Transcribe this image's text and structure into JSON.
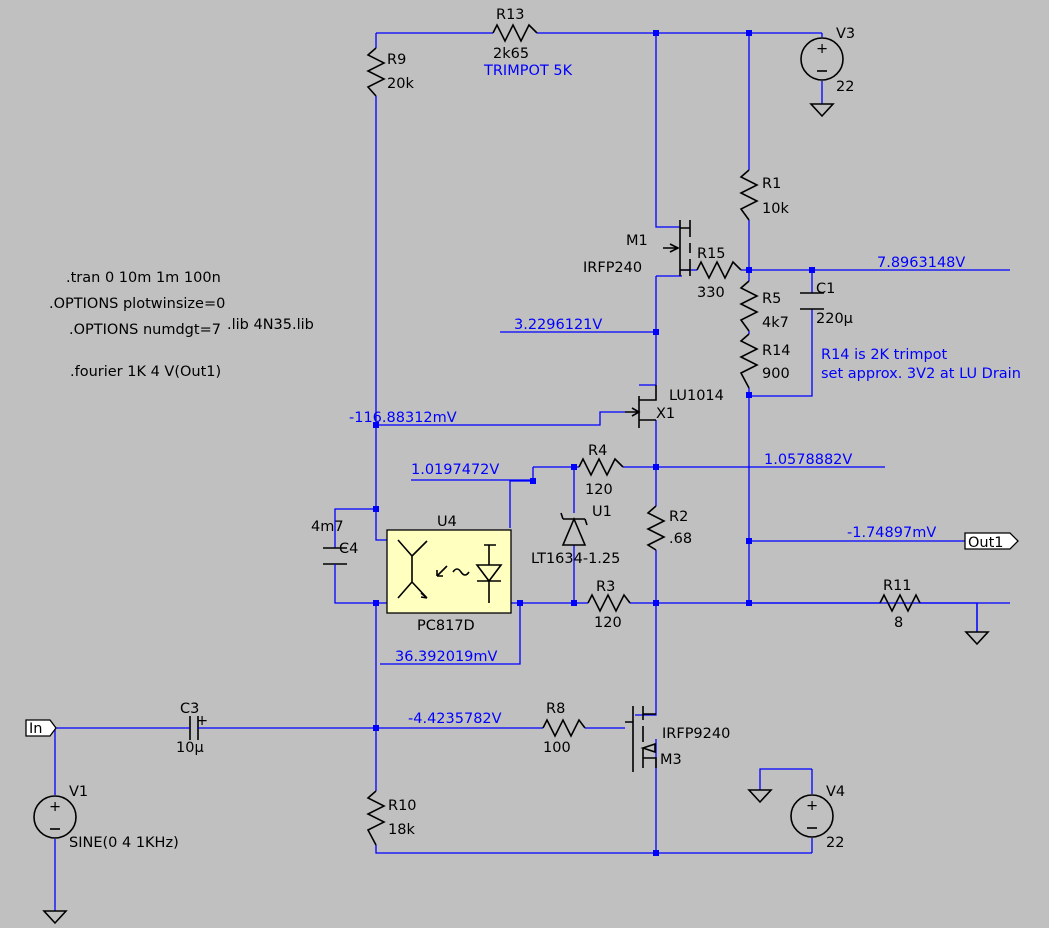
{
  "colors": {
    "background": "#c0c0c0",
    "wire": "#0000ff",
    "component": "#000000",
    "optocoupler_fill": "#ffffc0"
  },
  "directives": [
    ".tran 0 10m 1m 100n",
    ".OPTIONS plotwinsize=0",
    ".OPTIONS numdgt=7",
    ".lib 4N35.lib",
    ".fourier 1K 4 V(Out1)"
  ],
  "components": {
    "r13": {
      "name": "R13",
      "value": "2k65",
      "note": "TRIMPOT 5K"
    },
    "r9": {
      "name": "R9",
      "value": "20k"
    },
    "v3": {
      "name": "V3",
      "value": "22"
    },
    "r1": {
      "name": "R1",
      "value": "10k"
    },
    "m1": {
      "name": "M1",
      "value": "IRFP240"
    },
    "r15": {
      "name": "R15",
      "value": "330"
    },
    "r5": {
      "name": "R5",
      "value": "4k7"
    },
    "c1": {
      "name": "C1",
      "value": "220µ"
    },
    "r14": {
      "name": "R14",
      "value": "900"
    },
    "x1": {
      "name": "X1",
      "value": "LU1014"
    },
    "r4": {
      "name": "R4",
      "value": "120"
    },
    "u1": {
      "name": "U1",
      "value": "LT1634-1.25"
    },
    "r2": {
      "name": "R2",
      "value": ".68"
    },
    "c4": {
      "name": "C4",
      "value": "4m7"
    },
    "u4": {
      "name": "U4",
      "value": "PC817D"
    },
    "r3": {
      "name": "R3",
      "value": "120"
    },
    "r11": {
      "name": "R11",
      "value": "8"
    },
    "c3": {
      "name": "C3",
      "value": "10µ"
    },
    "r8": {
      "name": "R8",
      "value": "100"
    },
    "m3": {
      "name": "M3",
      "value": "IRFP9240"
    },
    "v1": {
      "name": "V1",
      "value": "SINE(0 4 1KHz)"
    },
    "r10": {
      "name": "R10",
      "value": "18k"
    },
    "v4": {
      "name": "V4",
      "value": "22"
    }
  },
  "comment": [
    "R14 is 2K trimpot",
    "set approx. 3V2 at LU Drain"
  ],
  "voltages": {
    "r15_node": "7.8963148V",
    "m1_source": "3.2296121V",
    "x1_gate": "-116.88312mV",
    "u1_cathode": "1.0197472V",
    "x1_source": "1.0578882V",
    "out1": "-1.74897mV",
    "u4_out": "36.392019mV",
    "m3_gate": "-4.4235782V"
  },
  "ports": {
    "in": "In",
    "out1": "Out1"
  }
}
